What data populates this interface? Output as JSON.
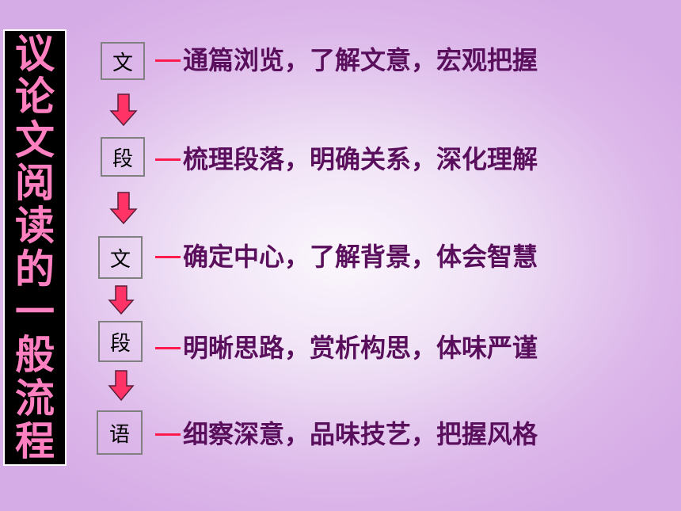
{
  "side_title": [
    "议",
    "论",
    "文",
    "阅",
    "读",
    "的",
    "一",
    "般",
    "流",
    "程"
  ],
  "steps": [
    {
      "box": "文",
      "text": "通篇浏览，了解文意，宏观把握"
    },
    {
      "box": "段",
      "text": "梳理段落，明确关系，深化理解"
    },
    {
      "box": "文",
      "text": "确定中心，了解背景，体会智慧"
    },
    {
      "box": "段",
      "text": "明晰思路，赏析构思，体味严谨"
    },
    {
      "box": "语",
      "text": "细察深意，品味技艺，把握风格"
    }
  ],
  "colors": {
    "side_text": "#ff80c0",
    "step_text": "#5a0f5c",
    "dash": "#ff1a4d",
    "arrow_fill": "#ff3366"
  }
}
